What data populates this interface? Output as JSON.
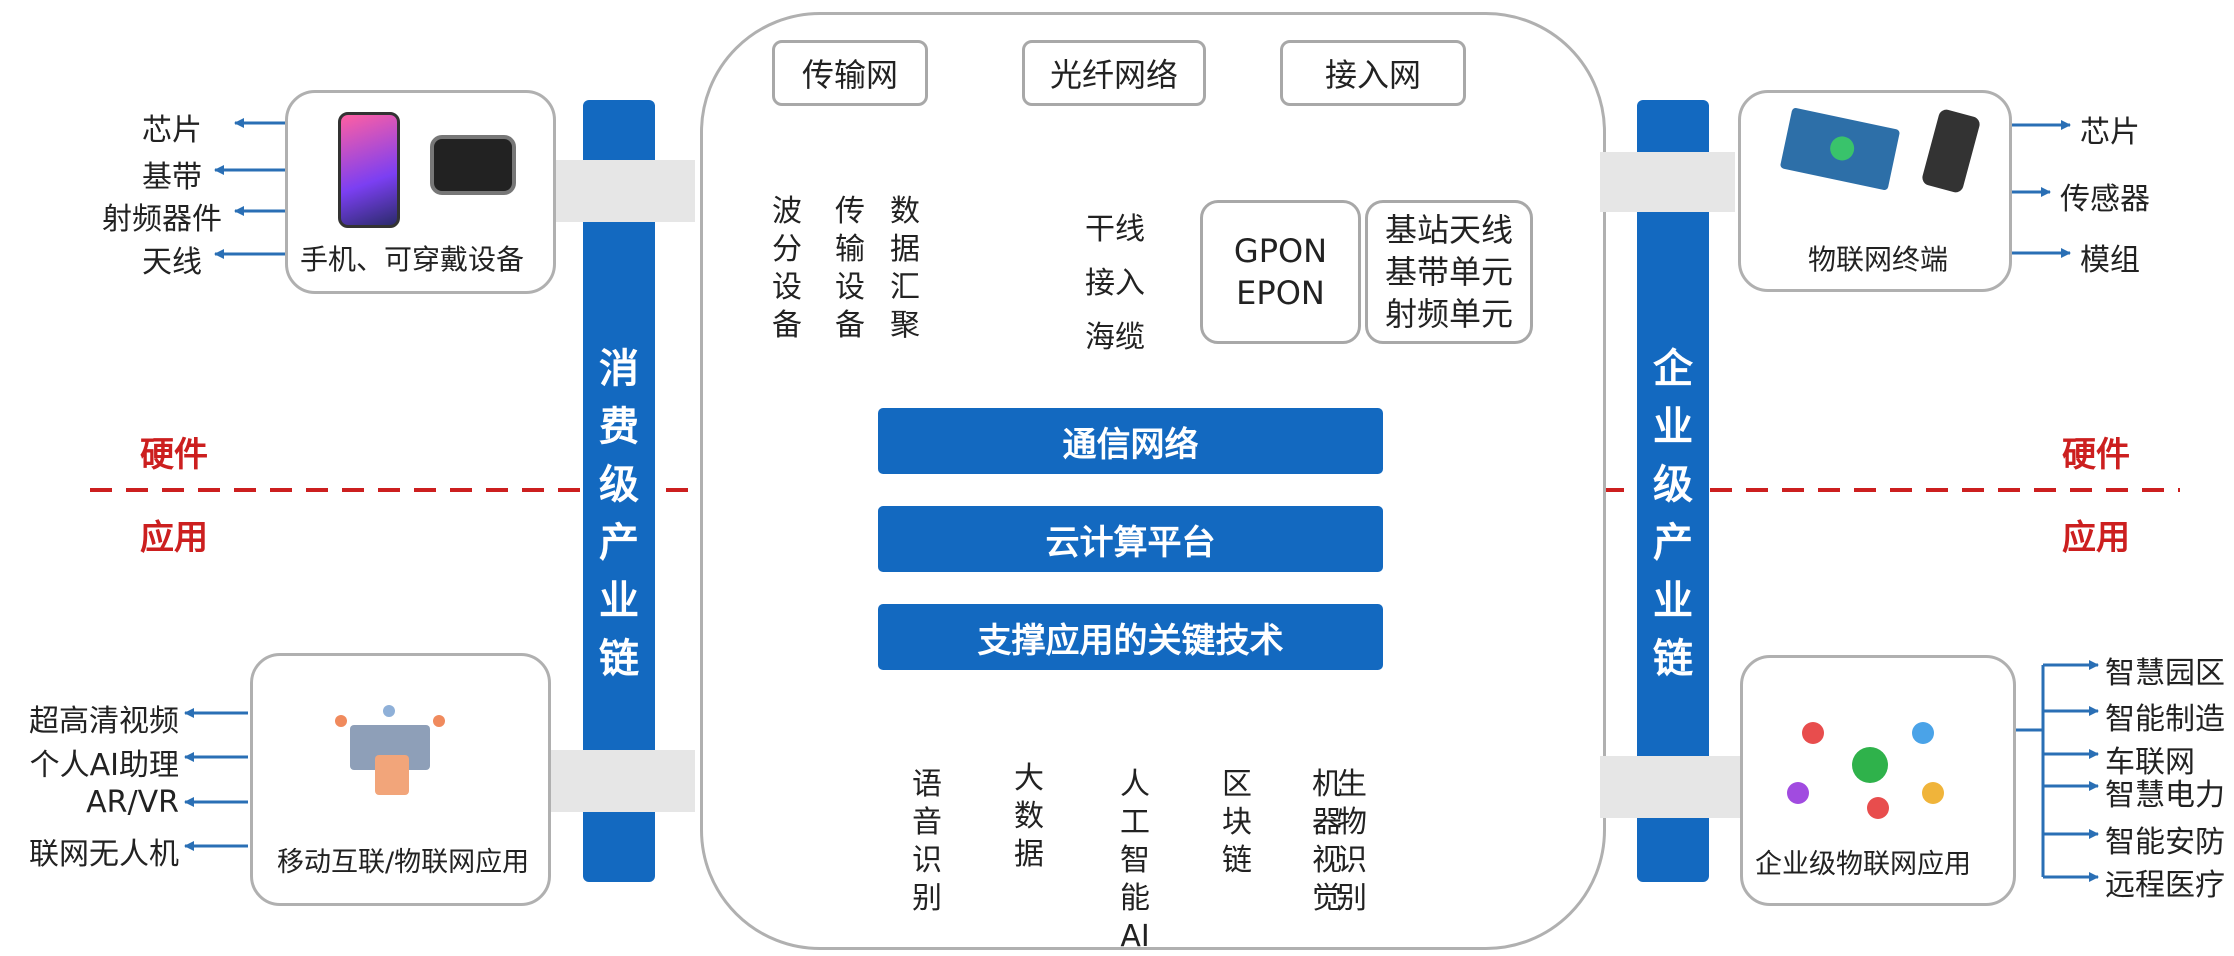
{
  "hardware_label": "硬件",
  "application_label": "应用",
  "left_bar": "消费级产业链",
  "right_bar": "企业级产业链",
  "consumer_devices": {
    "caption": "手机、可穿戴设备",
    "outputs": [
      "芯片",
      "基带",
      "射频器件",
      "天线"
    ]
  },
  "consumer_apps": {
    "caption": "移动互联/物联网应用",
    "outputs": [
      "超高清视频",
      "个人AI助理",
      "AR/VR",
      "联网无人机"
    ]
  },
  "iot_terminal": {
    "caption": "物联网终端",
    "outputs": [
      "芯片",
      "传感器",
      "模组"
    ]
  },
  "enterprise_apps": {
    "caption": "企业级物联网应用",
    "outputs": [
      "智慧园区",
      "智能制造",
      "车联网",
      "智慧电力",
      "智能安防",
      "远程医疗"
    ]
  },
  "network": {
    "transport": {
      "title": "传输网",
      "items": [
        "波分设备",
        "传输设备",
        "数据汇聚"
      ]
    },
    "fiber": {
      "title": "光纤网络",
      "items": [
        "干线",
        "接入",
        "海缆"
      ]
    },
    "access": {
      "title": "接入网",
      "pon": [
        "GPON",
        "EPON"
      ],
      "station": [
        "基站天线",
        "基带单元",
        "射频单元"
      ]
    }
  },
  "layers": [
    "通信网络",
    "云计算平台",
    "支撑应用的关键技术"
  ],
  "key_tech": [
    "语音识别",
    "大数据",
    "人工智能AI",
    "区块链",
    "机器视觉",
    "生物识别"
  ],
  "colors": {
    "blue": "#1369c0",
    "red": "#cc1f1f",
    "green": "#8dbb3c",
    "line": "#2a6fb5"
  }
}
